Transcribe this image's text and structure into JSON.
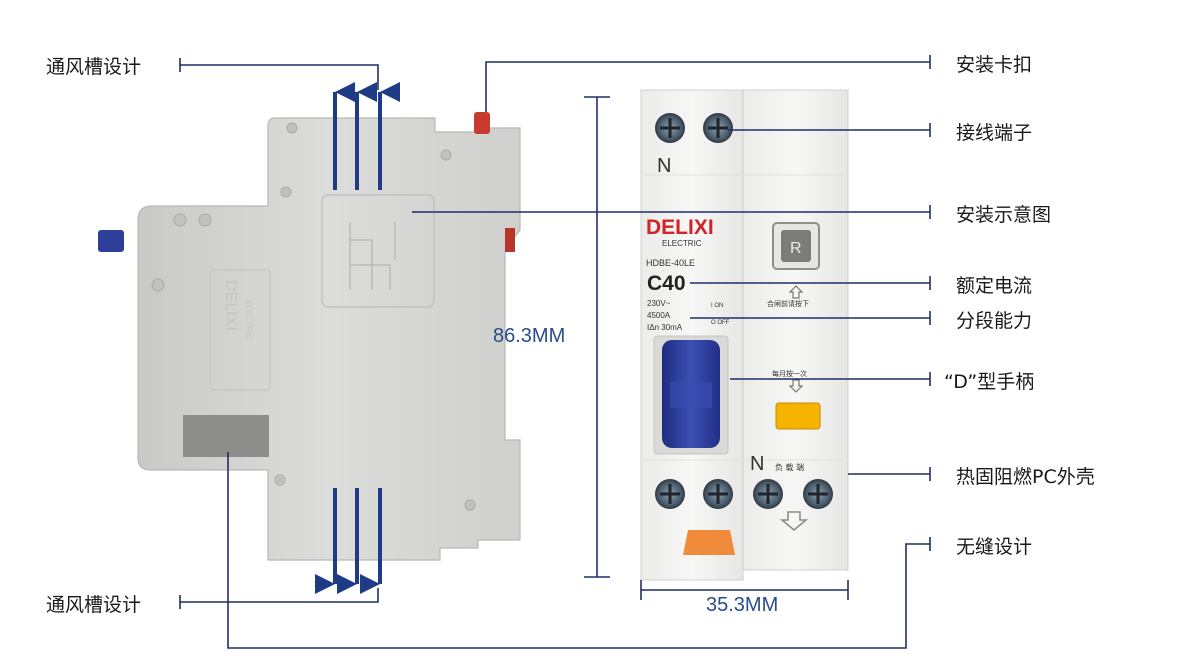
{
  "labels": {
    "vent_top": "通风槽设计",
    "vent_bottom": "通风槽设计",
    "mount_clip": "安装卡扣",
    "terminal": "接线端子",
    "mount_diagram": "安装示意图",
    "rated_current": "额定电流",
    "breaking_capacity": "分段能力",
    "d_handle": "“D”型手柄",
    "housing": "热固阻燃PC外壳",
    "seamless": "无缝设计"
  },
  "dimensions": {
    "height": "86.3MM",
    "width": "35.3MM"
  },
  "device": {
    "brand": "DELIXI",
    "brand_sub": "ELECTRIC",
    "model": "HDBE-40LE",
    "rating": "C40",
    "spec_voltage": "230V~",
    "spec_capacity": "4500A",
    "spec_residual": "IΔn 30mA",
    "on_label": "I ON",
    "off_label": "O OFF",
    "terminal_n_top": "N",
    "terminal_n_bottom": "N",
    "load_label": "负 载 端",
    "reset_key": "R",
    "reset_hint": "合闸前请按下",
    "test_hint": "每月按一次",
    "back_logo": "DELIXI",
    "back_logo_sub": "ELECTRIC"
  },
  "colors": {
    "leader": "#1f2f66",
    "arrow": "#1f3b86",
    "handle": "#2c3d9a",
    "brand_red": "#d2232a",
    "test_button": "#f6b300",
    "housing_light": "#f3f3f1",
    "housing_back": "#d6d6d4"
  }
}
